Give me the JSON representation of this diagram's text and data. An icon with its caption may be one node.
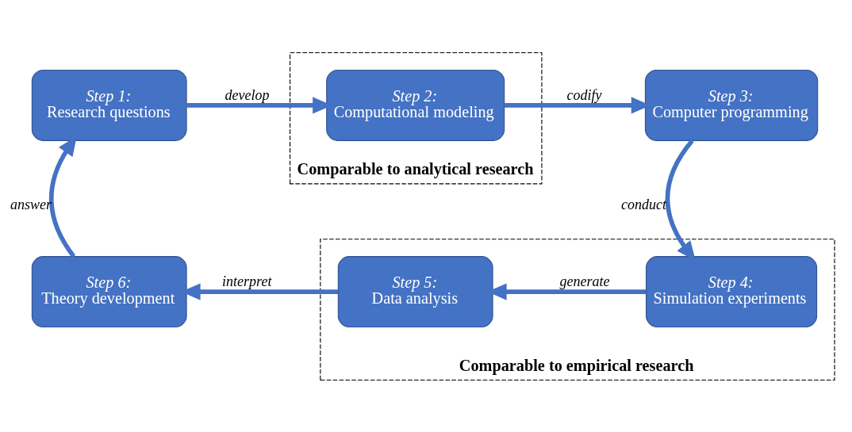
{
  "diagram": {
    "nodes": [
      {
        "text": [
          "Step 1:",
          "Research questions"
        ]
      },
      {
        "text": [
          "Comparable to analytical research"
        ]
      },
      {
        "text": [
          "Step 2:",
          "Computational modeling"
        ],
        "in": 1
      },
      {
        "text": [
          "Step 3:",
          "Computer programming"
        ]
      },
      {
        "text": [
          "Step 6:",
          "Theory development"
        ]
      },
      {
        "text": [
          "Comparable to empirical research"
        ]
      },
      {
        "text": [
          "Step 5:",
          "Data analysis"
        ],
        "in": 5
      },
      {
        "text": [
          "Step 4:",
          "Simulation experiments"
        ],
        "in": 5
      }
    ],
    "edges": [
      {
        "from": 0,
        "to": 2,
        "arrow": "to",
        "label": "develop"
      },
      {
        "from": 2,
        "to": 3,
        "arrow": "to",
        "label": "codify"
      },
      {
        "from": 3,
        "to": 7,
        "arrow": "to",
        "label": "conduct"
      },
      {
        "from": 7,
        "to": 6,
        "arrow": "to",
        "label": "generate"
      },
      {
        "from": 6,
        "to": 4,
        "arrow": "to",
        "label": "interpret"
      },
      {
        "from": 4,
        "to": 0,
        "arrow": "to",
        "label": "answer"
      }
    ]
  }
}
